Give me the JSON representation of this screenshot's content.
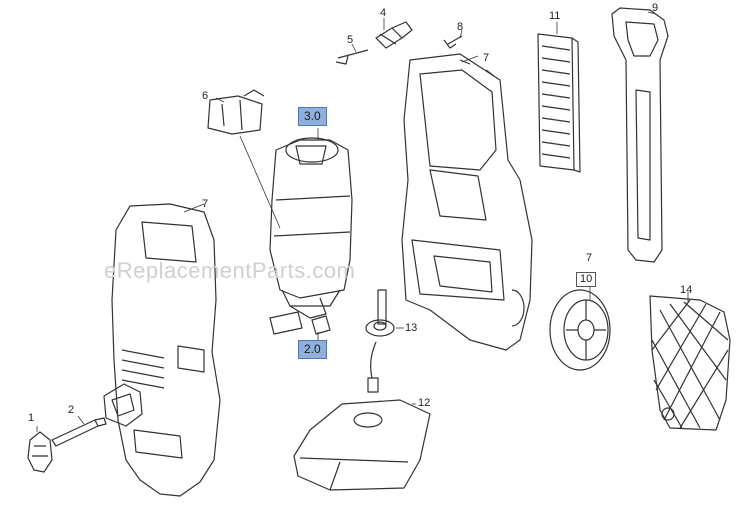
{
  "watermark": "eReplacementParts.com",
  "callouts": {
    "c1": "1",
    "c2": "2",
    "c3": "3.0",
    "c4": "4",
    "c5": "5",
    "c6": "6",
    "c7a": "7",
    "c7b": "7",
    "c7c": "7",
    "c8": "8",
    "c9": "9",
    "c10": "10",
    "c11": "11",
    "c12": "12",
    "c13": "13",
    "c14": "14",
    "c20": "2.0"
  },
  "colors": {
    "line": "#333333",
    "highlight": "#8fb0dc"
  }
}
